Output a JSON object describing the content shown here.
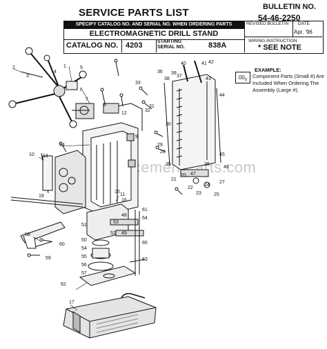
{
  "header": {
    "title": "SERVICE PARTS LIST",
    "bulletin_label": "BULLETIN NO.",
    "bulletin_number": "54-46-2250",
    "specify_note": "SPECIFY CATALOG NO. AND SERIAL NO. WHEN ORDERING PARTS",
    "product_name": "ELECTROMAGNETIC DRILL STAND",
    "catalog_label": "CATALOG NO.",
    "catalog_number": "4203",
    "starting_label": "STARTING",
    "serial_label": "SERIAL NO.",
    "serial_number": "838A",
    "revised_label": "REVISED BULLETIN",
    "date_label": "DATE",
    "date_value": "Apr. '96",
    "wiring_label_1": "WIRING INSTRUCTION",
    "wiring_value": "* SEE NOTE"
  },
  "example": {
    "title": "EXAMPLE:",
    "box_text": "00",
    "box_sub": "0",
    "text": "Component Parts (Small #) Are Included When Ordering The Assembly (Large #)."
  },
  "watermark": "eReplacementParts.com",
  "part_labels": [
    "1",
    "2",
    "3",
    "4",
    "5",
    "6",
    "7",
    "8",
    "9",
    "10",
    "11",
    "12",
    "13",
    "14",
    "15",
    "16",
    "17",
    "18",
    "20",
    "21",
    "22",
    "23",
    "24",
    "25",
    "26",
    "27",
    "28",
    "29",
    "30",
    "31",
    "32",
    "33",
    "35",
    "36",
    "37",
    "38",
    "39",
    "40",
    "41",
    "42",
    "43",
    "44",
    "45",
    "46",
    "47",
    "48",
    "49",
    "50",
    "51",
    "52",
    "53",
    "54",
    "55",
    "56",
    "57",
    "58",
    "59",
    "60",
    "61",
    "62",
    "63",
    "64",
    "65"
  ]
}
